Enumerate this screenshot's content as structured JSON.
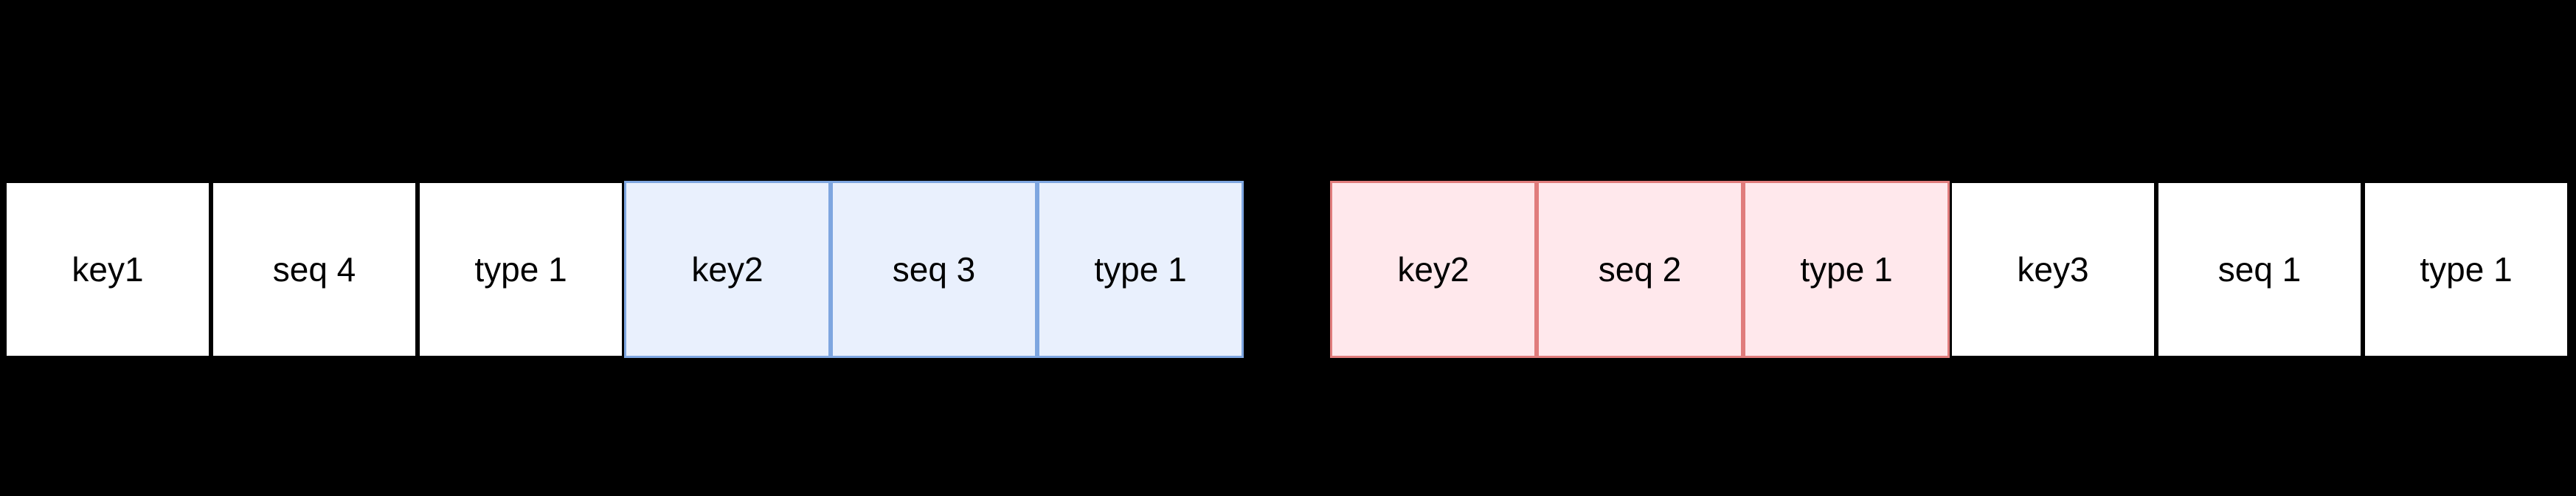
{
  "colors": {
    "background": "#000000",
    "plain_fill": "#ffffff",
    "blue_fill": "#e9f0fd",
    "blue_stroke": "#7ea6e0",
    "red_fill": "#ffe8ec",
    "red_stroke": "#e07c7c"
  },
  "left_group": {
    "cells": [
      {
        "label": "key1",
        "style": "plain"
      },
      {
        "label": "seq 4",
        "style": "plain"
      },
      {
        "label": "type 1",
        "style": "plain"
      },
      {
        "label": "key2",
        "style": "hl-blue"
      },
      {
        "label": "seq 3",
        "style": "hl-blue"
      },
      {
        "label": "type 1",
        "style": "hl-blue"
      }
    ]
  },
  "right_group": {
    "cells": [
      {
        "label": "key2",
        "style": "hl-red"
      },
      {
        "label": "seq 2",
        "style": "hl-red"
      },
      {
        "label": "type 1",
        "style": "hl-red"
      },
      {
        "label": "key3",
        "style": "plain"
      },
      {
        "label": "seq 1",
        "style": "plain"
      },
      {
        "label": "type 1",
        "style": "plain"
      }
    ]
  }
}
